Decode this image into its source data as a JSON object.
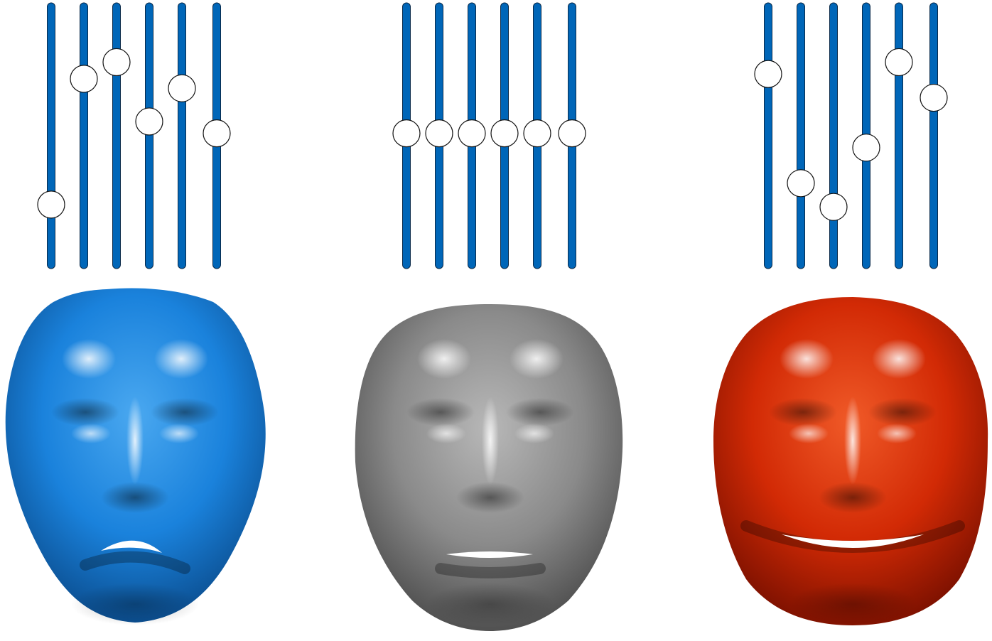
{
  "colors": {
    "slider_track": "#0066b8",
    "slider_outline": "#0a2a4a",
    "knob_fill": "#ffffff",
    "knob_stroke": "#111111",
    "face_blue": "#1a86e0",
    "face_gray": "#8c8c8c",
    "face_red": "#d62a05"
  },
  "panels": [
    {
      "name": "blue",
      "face_color": "face_blue",
      "expression": "frown",
      "slider_values": [
        0.21,
        0.74,
        0.81,
        0.56,
        0.7,
        0.51
      ]
    },
    {
      "name": "neutral",
      "face_color": "face_gray",
      "expression": "neutral",
      "slider_values": [
        0.51,
        0.51,
        0.51,
        0.51,
        0.51,
        0.51
      ]
    },
    {
      "name": "red",
      "face_color": "face_red",
      "expression": "smile",
      "slider_values": [
        0.76,
        0.3,
        0.2,
        0.45,
        0.81,
        0.66
      ]
    }
  ]
}
